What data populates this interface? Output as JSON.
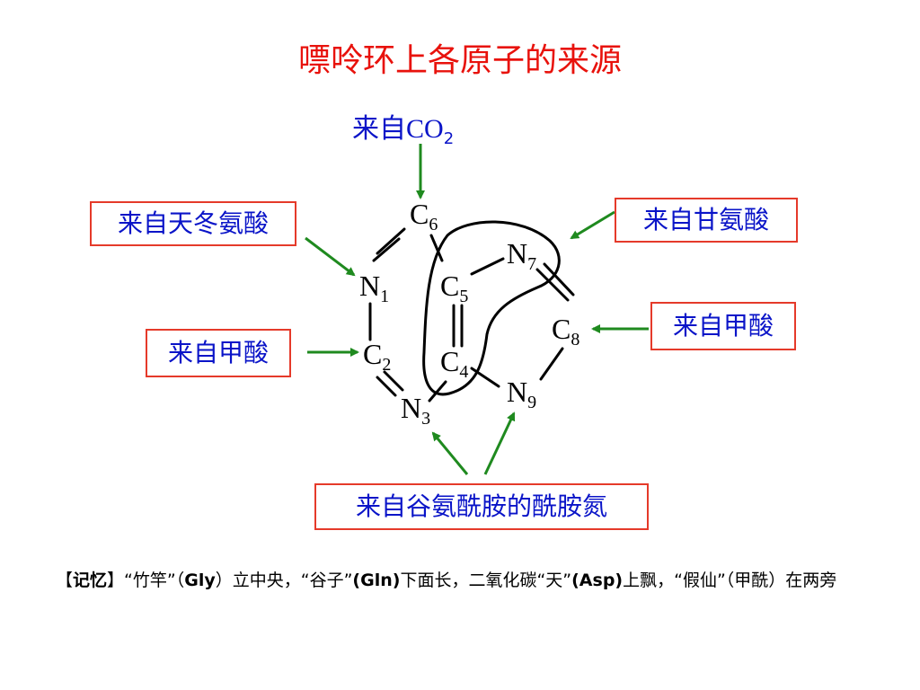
{
  "title": "嘌呤环上各原子的来源",
  "sources": {
    "co2_prefix": "来自",
    "co2_formula": "CO",
    "co2_sub": "2",
    "aspartate": "来自天冬氨酸",
    "glycine": "来自甘氨酸",
    "formate_left": "来自甲酸",
    "formate_right": "来自甲酸",
    "glutamine": "来自谷氨酰胺的酰胺氮"
  },
  "atoms": {
    "c6": {
      "el": "C",
      "num": "6"
    },
    "n7": {
      "el": "N",
      "num": "7"
    },
    "n1": {
      "el": "N",
      "num": "1"
    },
    "c5": {
      "el": "C",
      "num": "5"
    },
    "c8": {
      "el": "C",
      "num": "8"
    },
    "c2": {
      "el": "C",
      "num": "2"
    },
    "c4": {
      "el": "C",
      "num": "4"
    },
    "n9": {
      "el": "N",
      "num": "9"
    },
    "n3": {
      "el": "N",
      "num": "3"
    }
  },
  "note": {
    "bracket_open": "【",
    "label": "记忆",
    "bracket_close": "】",
    "t1": "“竹竿”（",
    "gly": "Gly",
    "t2": "）立中央，“谷子”",
    "gln": "(Gln)",
    "t3": "下面长，二氧化碳“天”",
    "asp": "(Asp)",
    "t4": "上飘，“假仙”（甲酰）在两旁"
  },
  "colors": {
    "title": "#e8120c",
    "box_border": "#e53a2a",
    "label_text": "#0a14c8",
    "arrow": "#1f8a1f",
    "bond": "#000000"
  }
}
